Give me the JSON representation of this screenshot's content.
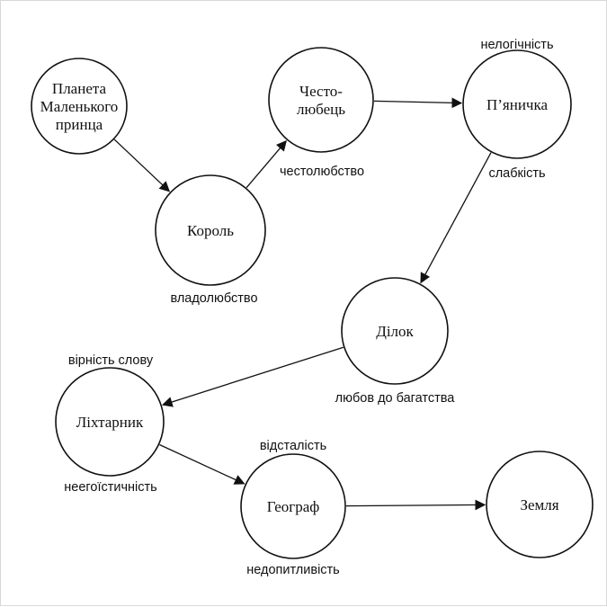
{
  "colors": {
    "stroke": "#111111",
    "background": "#ffffff"
  },
  "nodes": [
    {
      "id": "planet",
      "label_lines": [
        "Планета",
        "Маленького",
        "принца"
      ]
    },
    {
      "id": "king",
      "label_lines": [
        "Король"
      ]
    },
    {
      "id": "ambitious",
      "label_lines": [
        "Често-",
        "любець"
      ]
    },
    {
      "id": "drunkard",
      "label_lines": [
        "П’яничка"
      ]
    },
    {
      "id": "businessman",
      "label_lines": [
        "Ділок"
      ]
    },
    {
      "id": "lamplighter",
      "label_lines": [
        "Ліхтарник"
      ]
    },
    {
      "id": "geographer",
      "label_lines": [
        "Географ"
      ]
    },
    {
      "id": "earth",
      "label_lines": [
        "Земля"
      ]
    }
  ],
  "annotations": {
    "king_below": "владолюбство",
    "ambitious_below": "честолюбство",
    "drunkard_above": "нелогічність",
    "drunkard_below": "слабкість",
    "businessman_below": "любов до багатства",
    "lamplighter_above": "вірність слову",
    "lamplighter_below": "неегоїстичність",
    "geographer_above": "відсталість",
    "geographer_below": "недопитливість"
  },
  "edges": [
    {
      "from": "planet",
      "to": "king"
    },
    {
      "from": "king",
      "to": "ambitious"
    },
    {
      "from": "ambitious",
      "to": "drunkard"
    },
    {
      "from": "drunkard",
      "to": "businessman"
    },
    {
      "from": "businessman",
      "to": "lamplighter"
    },
    {
      "from": "lamplighter",
      "to": "geographer"
    },
    {
      "from": "geographer",
      "to": "earth"
    }
  ]
}
